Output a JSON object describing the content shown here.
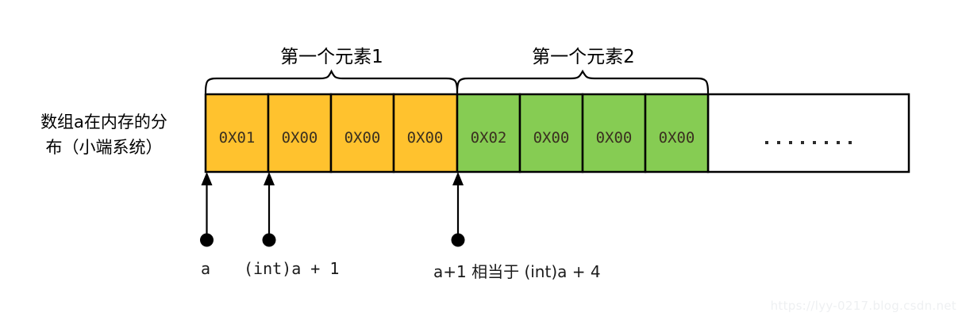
{
  "diagram": {
    "title_caption": "数组a在内存的分布（小端系统）",
    "caption_line_1": "数组a在内存的分",
    "caption_line_2": "布（小端系统）",
    "groups": [
      {
        "label": "第一个元素1",
        "color": "#FFC22E"
      },
      {
        "label": "第一个元素2",
        "color": "#86CC53"
      }
    ],
    "memory_cells": [
      {
        "value": "0X01",
        "color": "#FFC22E",
        "group": 0
      },
      {
        "value": "0X00",
        "color": "#FFC22E",
        "group": 0
      },
      {
        "value": "0X00",
        "color": "#FFC22E",
        "group": 0
      },
      {
        "value": "0X00",
        "color": "#FFC22E",
        "group": 0
      },
      {
        "value": "0X02",
        "color": "#86CC53",
        "group": 1
      },
      {
        "value": "0X00",
        "color": "#86CC53",
        "group": 1
      },
      {
        "value": "0X00",
        "color": "#86CC53",
        "group": 1
      },
      {
        "value": "0X00",
        "color": "#86CC53",
        "group": 1
      }
    ],
    "trailing_region": {
      "ellipsis": "........",
      "dot_count": 8,
      "fill": "#FFFFFF"
    },
    "pointers": [
      {
        "label": "a",
        "target_cell": 0
      },
      {
        "label": "(int)a + 1",
        "target_cell": 1
      },
      {
        "label": "a+1 相当于 (int)a + 4",
        "target_cell": 4
      }
    ],
    "colors": {
      "orange": "#FFC22E",
      "green": "#86CC53",
      "stroke": "#000000",
      "cell_text": "#3A3020",
      "watermark": "#EEF0F2"
    },
    "watermark": "https://lyy-0217.blog.csdn.net"
  }
}
